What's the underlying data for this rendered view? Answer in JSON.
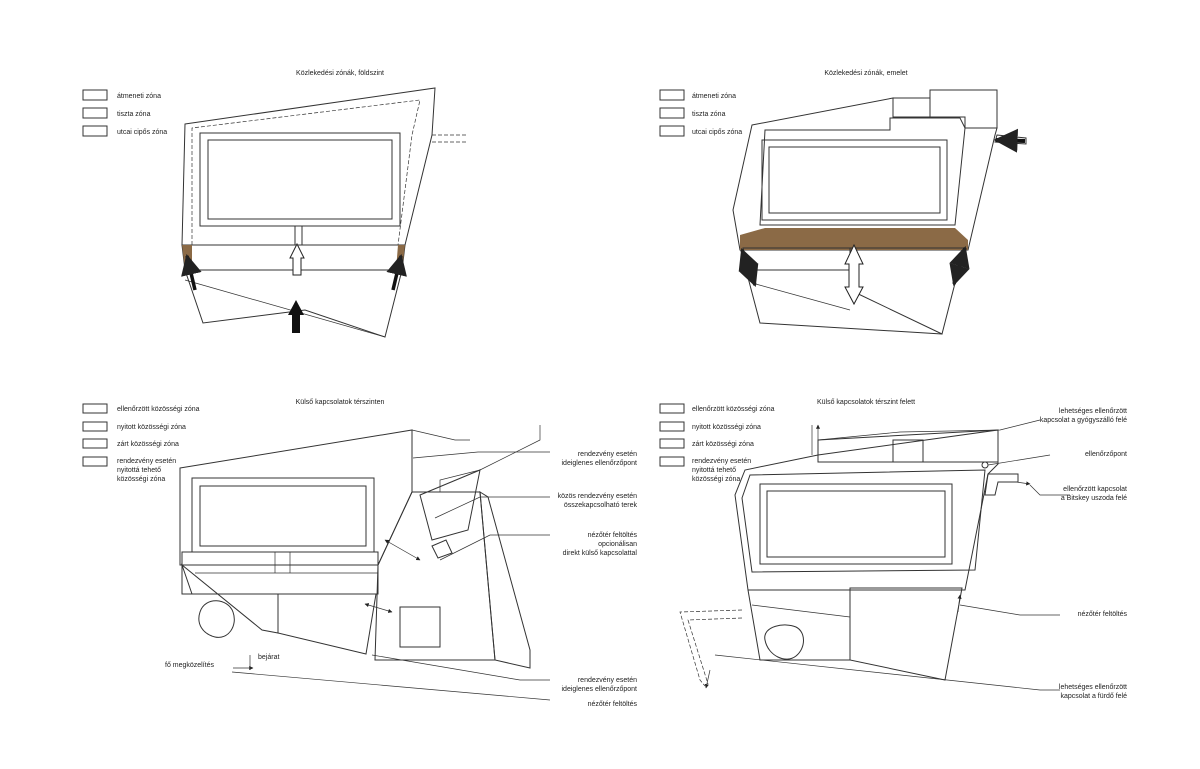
{
  "colors": {
    "transition": "#dcd29e",
    "clean": "#c3d9e4",
    "street": "#8b6a46",
    "controlled": "#f1e2c7",
    "open": "#dfe8cf",
    "closed": "#cdb9a7",
    "stripe": "#a9a58e"
  },
  "panel1": {
    "title": "Közlekedési zónák, földszint",
    "legend": [
      "átmeneti zóna",
      "tiszta zóna",
      "utcai cipős zóna"
    ]
  },
  "panel2": {
    "title": "Közlekedési zónák, emelet",
    "legend": [
      "átmeneti zóna",
      "tiszta zóna",
      "utcai cipős zóna"
    ]
  },
  "panel3": {
    "title": "Külső kapcsolatok térszinten",
    "legend": [
      "ellenőrzött közösségi zóna",
      "nyitott közösségi zóna",
      "zárt közösségi zóna"
    ],
    "legend_hatch": [
      "rendezvény esetén",
      "nyitottá tehető",
      "közösségi zóna"
    ],
    "notes": {
      "n1": [
        "rendezvény esetén",
        "ideiglenes ellenőrzőpont"
      ],
      "n2": [
        "közös rendezvény esetén",
        "összekapcsolható terek"
      ],
      "n3": [
        "nézőtér feltöltés",
        "opcionálisan",
        "direkt külső kapcsolattal"
      ],
      "n4": [
        "rendezvény esetén",
        "ideiglenes ellenőrzőpont"
      ],
      "n5": [
        "nézőtér feltöltés"
      ],
      "approach": "fő megközelítés",
      "entrance": "bejárat"
    }
  },
  "panel4": {
    "title": "Külső kapcsolatok térszint felett",
    "legend": [
      "ellenőrzött közösségi zóna",
      "nyitott közösségi zóna",
      "zárt közösségi zóna"
    ],
    "legend_hatch": [
      "rendezvény esetén",
      "nyitottá tehető",
      "közösségi zóna"
    ],
    "notes": {
      "n1": [
        "lehetséges ellenőrzött",
        "kapcsolat a gyógyszálló felé"
      ],
      "n2": [
        "ellenőrzőpont"
      ],
      "n3": [
        "ellenőrzött kapcsolat",
        "a Bitskey uszoda felé"
      ],
      "n4": [
        "nézőtér feltöltés"
      ],
      "n5": [
        "lehetséges ellenőrzött",
        "kapcsolat a fürdő felé"
      ]
    }
  }
}
